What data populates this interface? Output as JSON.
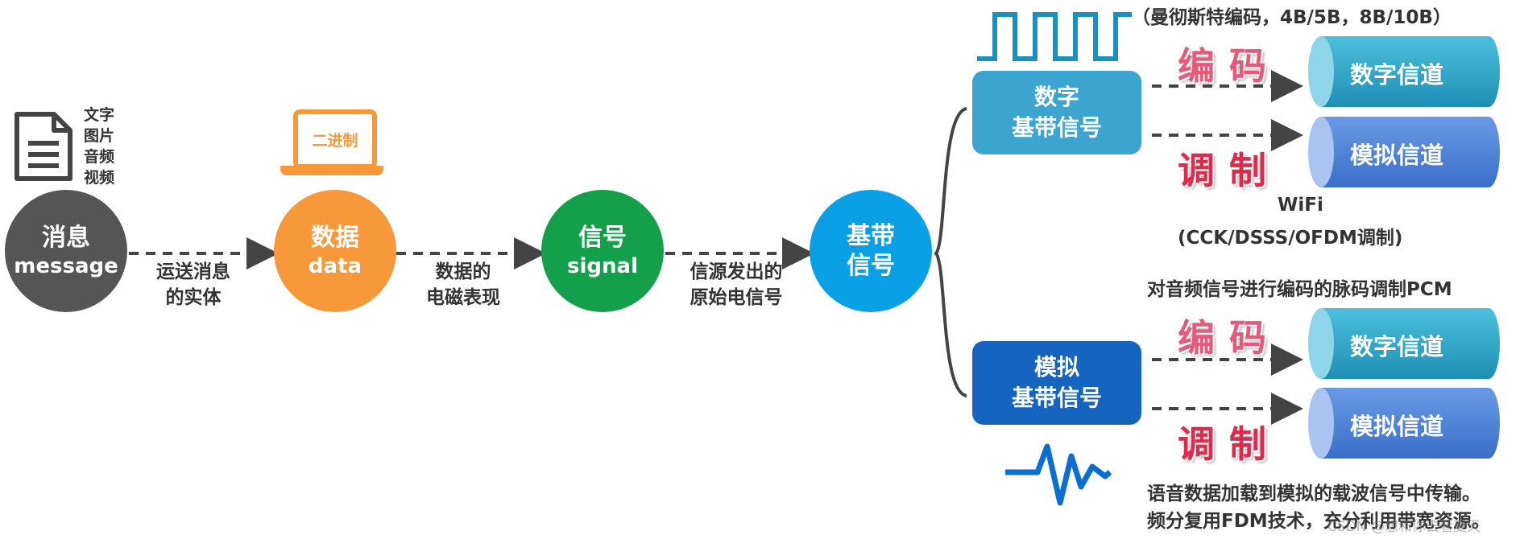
{
  "doc_icon_labels": [
    "文字",
    "图片",
    "音频",
    "视频"
  ],
  "laptop_label": "二进制",
  "nodes": {
    "message": {
      "cn": "消息",
      "en": "message"
    },
    "data": {
      "cn": "数据",
      "en": "data"
    },
    "signal": {
      "cn": "信号",
      "en": "signal"
    },
    "baseband": {
      "line1": "基带",
      "line2": "信号"
    }
  },
  "edge_labels": {
    "message_to_data": {
      "line1": "运送消息",
      "line2": "的实体"
    },
    "data_to_signal": {
      "line1": "数据的",
      "line2": "电磁表现"
    },
    "signal_to_baseband": {
      "line1": "信源发出的",
      "line2": "原始电信号"
    }
  },
  "branches": {
    "digital": {
      "line1": "数字",
      "line2": "基带信号"
    },
    "analog": {
      "line1": "模拟",
      "line2": "基带信号"
    }
  },
  "actions": {
    "encode": "编码",
    "modulate": "调制"
  },
  "channels": {
    "digital": "数字信道",
    "analog": "模拟信道"
  },
  "notes": {
    "top": "（曼彻斯特编码，4B/5B，8B/10B）",
    "wifi_line1": "WiFi",
    "wifi_line2": "(CCK/DSSS/OFDM调制)",
    "pcm": "对音频信号进行编码的脉码调制PCM",
    "bottom_line1": "语音数据加载到模拟的载波信号中传输。",
    "bottom_line2": "频分复用FDM技术，充分利用带宽资源。"
  },
  "watermark": "CSDN @想和你去看夏天",
  "colors": {
    "message": "#555555",
    "data": "#f7993a",
    "signal": "#14a04a",
    "baseband": "#0aa0e6",
    "digital_box": "#3ba4cf",
    "analog_box": "#1565c0",
    "cyl_digital": "#2fa8c8",
    "cyl_analog": "#4a82d6",
    "action_red": "#e02a4b"
  }
}
